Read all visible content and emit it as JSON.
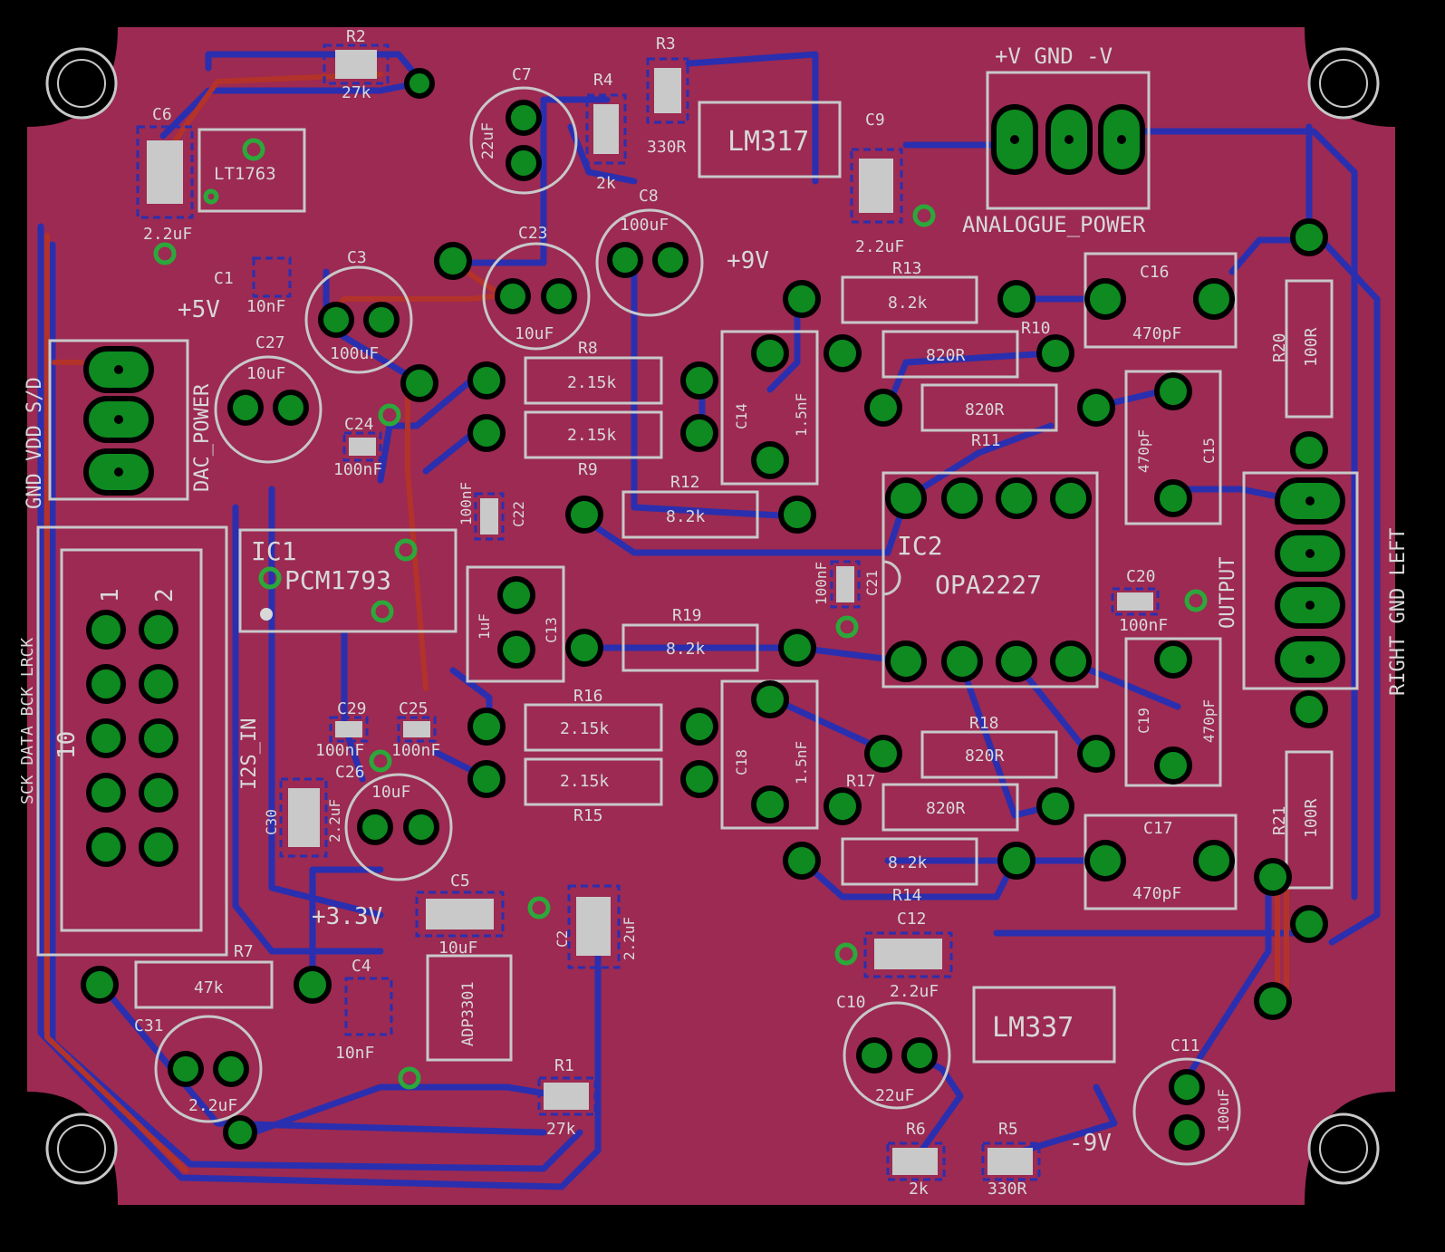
{
  "colors": {
    "board": "#9c2a52",
    "background": "#000000",
    "silkscreen": "#c8c8c8",
    "top_copper": "#b3322a",
    "bottom_copper": "#2a2fb0",
    "pad": "#0e8a20"
  },
  "labels": {
    "r2": "R2",
    "r2v": "27k",
    "r3": "R3",
    "r3v": "330R",
    "r4": "R4",
    "r4v": "2k",
    "c6": "C6",
    "c6v": "2.2uF",
    "lt1763": "LT1763",
    "c1": "C1",
    "c1v": "10nF",
    "p5v": "+5V",
    "c7": "C7",
    "c7v": "22uF",
    "lm317": "LM317",
    "c9": "C9",
    "c9v": "2.2uF",
    "pwr_top": "+V  GND  -V",
    "analogue_power": "ANALOGUE_POWER",
    "c8": "C8",
    "c8v": "100uF",
    "p9v": "+9V",
    "c23": "C23",
    "c23v": "10uF",
    "c3": "C3",
    "c3v": "100uF",
    "r13": "R13",
    "r13v": "8.2k",
    "c16": "C16",
    "c16v": "470pF",
    "r20": "R20",
    "r20v": "100R",
    "gnd_vdd": "GND VDD S/D",
    "dac_power": "DAC_POWER",
    "c27": "C27",
    "c27v": "10uF",
    "r8": "R8",
    "r8v": "2.15k",
    "c14": "C14",
    "c14v": "1.5nF",
    "r10": "R10",
    "r10v": "820R",
    "r11": "R11",
    "r11v": "820R",
    "c15": "C15",
    "c15v": "470pF",
    "c24": "C24",
    "c24v": "100nF",
    "r9": "R9",
    "r9v": "2.15k",
    "c22": "C22",
    "c22v": "100nF",
    "r12": "R12",
    "r12v": "8.2k",
    "ic1": "IC1",
    "pcm1793": "PCM1793",
    "ic2": "IC2",
    "opa2227": "OPA2227",
    "c21": "C21",
    "c21v": "100nF",
    "c20": "C20",
    "c20v": "100nF",
    "output": "OUTPUT",
    "right_gnd_left": "RIGHT GND  LEFT",
    "hdr_1": "1",
    "hdr_2": "2",
    "hdr_10": "10",
    "i2s_signals": "SCK DATA BCK LRCK",
    "c13": "C13",
    "c13v": "1uF",
    "r19": "R19",
    "r19v": "8.2k",
    "r16": "R16",
    "r16v": "2.15k",
    "r15": "R15",
    "r15v": "2.15k",
    "c18": "C18",
    "c18v": "1.5nF",
    "r18": "R18",
    "r18v": "820R",
    "r17": "R17",
    "r17v": "820R",
    "c19": "C19",
    "c19v": "470pF",
    "c29": "C29",
    "c29v": "100nF",
    "c25": "C25",
    "c25v": "100nF",
    "i2s_in": "I2S_IN",
    "c26": "C26",
    "c26v": "10uF",
    "c30": "C30",
    "c30v": "2.2uF",
    "r14": "R14",
    "r14v": "8.2k",
    "c17": "C17",
    "c17v": "470pF",
    "r21": "R21",
    "r21v": "100R",
    "c5": "C5",
    "c5v": "10uF",
    "p33v": "+3.3V",
    "c2": "C2",
    "c2v": "2.2uF",
    "c12": "C12",
    "c12v": "2.2uF",
    "r7": "R7",
    "r7v": "47k",
    "c4": "C4",
    "c4v": "10nF",
    "adp3301": "ADP3301",
    "c10": "C10",
    "c10v": "22uF",
    "lm337": "LM337",
    "c11": "C11",
    "c11v": "100uF",
    "c31": "C31",
    "c31v": "2.2uF",
    "r1": "R1",
    "r1v": "27k",
    "r6": "R6",
    "r6v": "2k",
    "r5": "R5",
    "r5v": "330R",
    "m9v": "-9V"
  }
}
